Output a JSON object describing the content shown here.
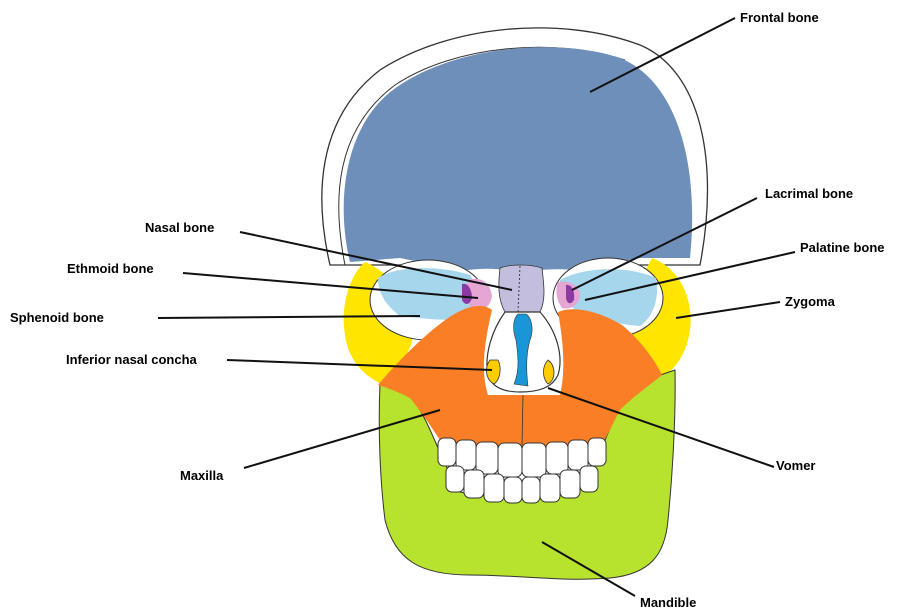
{
  "labels": {
    "frontal": "Frontal bone",
    "lacrimal": "Lacrimal bone",
    "nasal": "Nasal bone",
    "palatine": "Palatine bone",
    "ethmoid": "Ethmoid bone",
    "zygoma": "Zygoma",
    "sphenoid": "Sphenoid bone",
    "inferior_nasal_concha": "Inferior nasal concha",
    "maxilla": "Maxilla",
    "vomer": "Vomer",
    "mandible": "Mandible"
  },
  "colors": {
    "frontal": "#6f8fbb",
    "nasal": "#c4bede",
    "ethmoid": "#e5a6d4",
    "lacrimal": "#8b3aa3",
    "sphenoid": "#a5d6ec",
    "zygoma": "#ffe600",
    "maxilla": "#f97e26",
    "vomer": "#1996d6",
    "mandible": "#b7e22e",
    "outline": "#333333"
  }
}
